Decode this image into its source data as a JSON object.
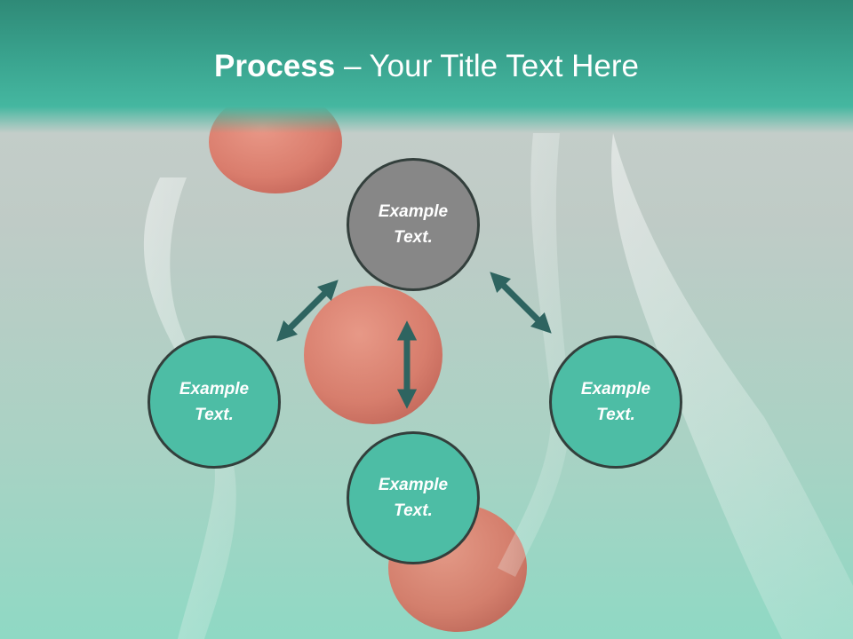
{
  "slide": {
    "title_strong": "Process",
    "title_rest": " – Your Title Text Here",
    "nodes": [
      {
        "id": "top",
        "line1": "Example",
        "line2": "Text.",
        "color": "#878787"
      },
      {
        "id": "left",
        "line1": "Example",
        "line2": "Text.",
        "color": "#4dbda5"
      },
      {
        "id": "bottom",
        "line1": "Example",
        "line2": "Text.",
        "color": "#4dbda5"
      },
      {
        "id": "right",
        "line1": "Example",
        "line2": "Text.",
        "color": "#4dbda5"
      }
    ]
  },
  "colors": {
    "accent": "#45b7a0",
    "arrow": "#2e6460",
    "node_border": "#333f3c"
  }
}
